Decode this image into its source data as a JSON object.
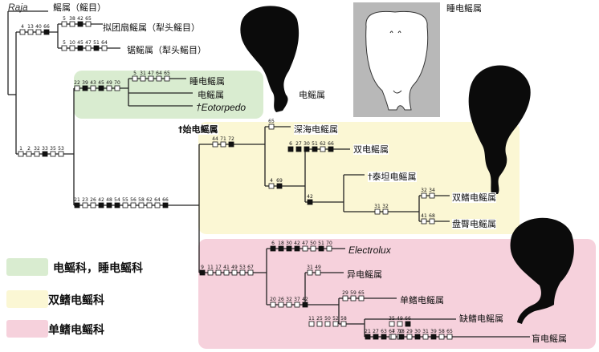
{
  "taxa": {
    "raja": "Raja",
    "raja_cn": "鳐属（鳐目）",
    "ni_tuan_shan": "拟团扇鳐属（犁头鳐目）",
    "ju_yao": "锯鳐属（犁头鳐目）",
    "shui_dian_yao_top": "睡电鳐属",
    "shui_dian_yao": "睡电鳐属",
    "dian_yao": "电鳐属",
    "eotorpedo": "†Eotorpedo",
    "dian_yao_silhouette": "电鳐属",
    "shi_dian_yao": "†始电鳐属",
    "shen_hai": "深海电鳐属",
    "shuang_dian": "双电鳐属",
    "tai_tan": "†泰坦电鳐属",
    "shuang_qi": "双鳍电鳐属",
    "pan_tun": "盘臀电鳐属",
    "electrolux": "Electrolux",
    "yi_dian": "异电鳐属",
    "dan_qi": "单鳍电鳐属",
    "que_qi": "缺鳍电鳐属",
    "mang_dian": "盲电鳐属"
  },
  "legend": [
    {
      "label": "电鳐科，睡电鳐科",
      "color": "#d9ecd0"
    },
    {
      "label": "双鳍电鳐科",
      "color": "#fbf7d4"
    },
    {
      "label": "单鳍电鳐科",
      "color": "#f6d1dc"
    }
  ],
  "characters": {
    "raja_branch": [
      "4",
      "13",
      "40",
      "66"
    ],
    "ni_tuan_shan": [
      "5",
      "38",
      "42",
      "65"
    ],
    "ju_yao": [
      "5",
      "10",
      "45",
      "47",
      "51",
      "64"
    ],
    "torpedo_stem": [
      "22",
      "39",
      "43",
      "45",
      "49",
      "70"
    ],
    "shui_dian": [
      "5",
      "31",
      "47",
      "64",
      "65"
    ],
    "narcine_stem": [
      "1",
      "2",
      "32",
      "33",
      "35",
      "53"
    ],
    "torpediniformes": [
      "21",
      "23",
      "26",
      "42",
      "48",
      "54",
      "55",
      "56",
      "58",
      "62",
      "64",
      "66"
    ],
    "shen_hai_stem": [
      "44",
      "71",
      "72"
    ],
    "shen_hai": [
      "65"
    ],
    "shuang_dian_stem": [
      "4",
      "69"
    ],
    "shuang_dian": [
      "6",
      "27",
      "30",
      "51",
      "62",
      "66"
    ],
    "clade_42": [
      "42"
    ],
    "clade_31": [
      "31",
      "32"
    ],
    "shuang_qi": [
      "32",
      "34"
    ],
    "pan_tun": [
      "41",
      "68"
    ],
    "narkidae": [
      "9",
      "11",
      "17",
      "41",
      "49",
      "53",
      "67"
    ],
    "electrolux": [
      "6",
      "18",
      "30",
      "42",
      "47",
      "50",
      "51",
      "70"
    ],
    "yi_dian": [
      "31",
      "49"
    ],
    "clade_20": [
      "20",
      "26",
      "32",
      "37",
      "42"
    ],
    "dan_qi": [
      "29",
      "59",
      "65"
    ],
    "clade_11": [
      "11",
      "25",
      "50",
      "52",
      "58"
    ],
    "clade_21": [
      "21",
      "27",
      "63",
      "64",
      "70"
    ],
    "que_qi": [
      "35",
      "49",
      "66"
    ],
    "mang_dian": [
      "7",
      "18",
      "29",
      "30",
      "31",
      "39",
      "58",
      "65"
    ]
  }
}
